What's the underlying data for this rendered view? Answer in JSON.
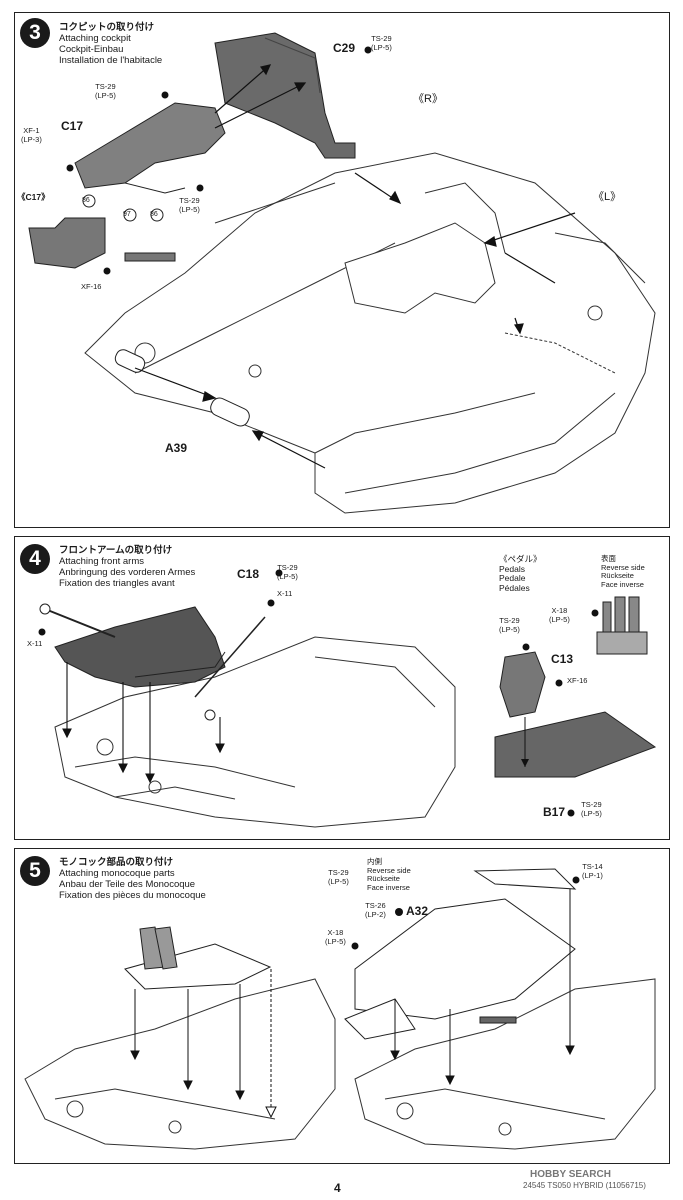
{
  "step3": {
    "number": "3",
    "title_jp": "コクピットの取り付け",
    "title_en": "Attaching cockpit",
    "title_de": "Cockpit-Einbau",
    "title_fr": "Installation de l'habitacle",
    "c29": "C29",
    "c29_paint": "TS-29",
    "c29_paint2": "(LP-5)",
    "c17": "C17",
    "xf1": "XF-1",
    "xf1_b": "(LP-3)",
    "ts29a": "TS-29",
    "ts29a_b": "(LP-5)",
    "ts29b": "TS-29",
    "ts29b_b": "(LP-5)",
    "c17_detail": "《C17》",
    "xf16": "XF-16",
    "n86a": "86",
    "n97": "97",
    "n86b": "86",
    "r": "《R》",
    "l": "《L》",
    "a39": "A39"
  },
  "step4": {
    "number": "4",
    "title_jp": "フロントアームの取り付け",
    "title_en": "Attaching front arms",
    "title_de": "Anbringung des vorderen Armes",
    "title_fr": "Fixation des triangles avant",
    "c18": "C18",
    "c18_paint": "TS-29",
    "c18_paint2": "(LP-5)",
    "x11a": "X-11",
    "x11b": "X-11",
    "pedal_jp": "《ペダル》",
    "pedal_en": "Pedals",
    "pedal_de": "Pedale",
    "pedal_fr": "Pédales",
    "rev_jp": "表面",
    "rev_en": "Reverse side",
    "rev_de": "Rückseite",
    "rev_fr": "Face inverse",
    "x18": "X-18",
    "x18_b": "(LP-5)",
    "ts29": "TS-29",
    "ts29_b": "(LP-5)",
    "c13": "C13",
    "xf16": "XF-16",
    "b17": "B17",
    "b17_paint": "TS-29",
    "b17_paint2": "(LP-5)"
  },
  "step5": {
    "number": "5",
    "title_jp": "モノコック部品の取り付け",
    "title_en": "Attaching monocoque parts",
    "title_de": "Anbau der Teile des Monocoque",
    "title_fr": "Fixation des pièces du monocoque",
    "inner_jp": "内側",
    "inner_en": "Reverse side",
    "inner_de": "Rückseite",
    "inner_fr": "Face inverse",
    "ts29": "TS-29",
    "ts29_b": "(LP-5)",
    "ts26": "TS-26",
    "ts26_b": "(LP-2)",
    "a32": "A32",
    "x18": "X-18",
    "x18_b": "(LP-5)",
    "ts14": "TS-14",
    "ts14_b": "(LP-1)"
  },
  "footer": {
    "page": "4",
    "code": "24545 TS050 HYBRID (11056715)",
    "watermark": "HOBBY SEARCH"
  }
}
